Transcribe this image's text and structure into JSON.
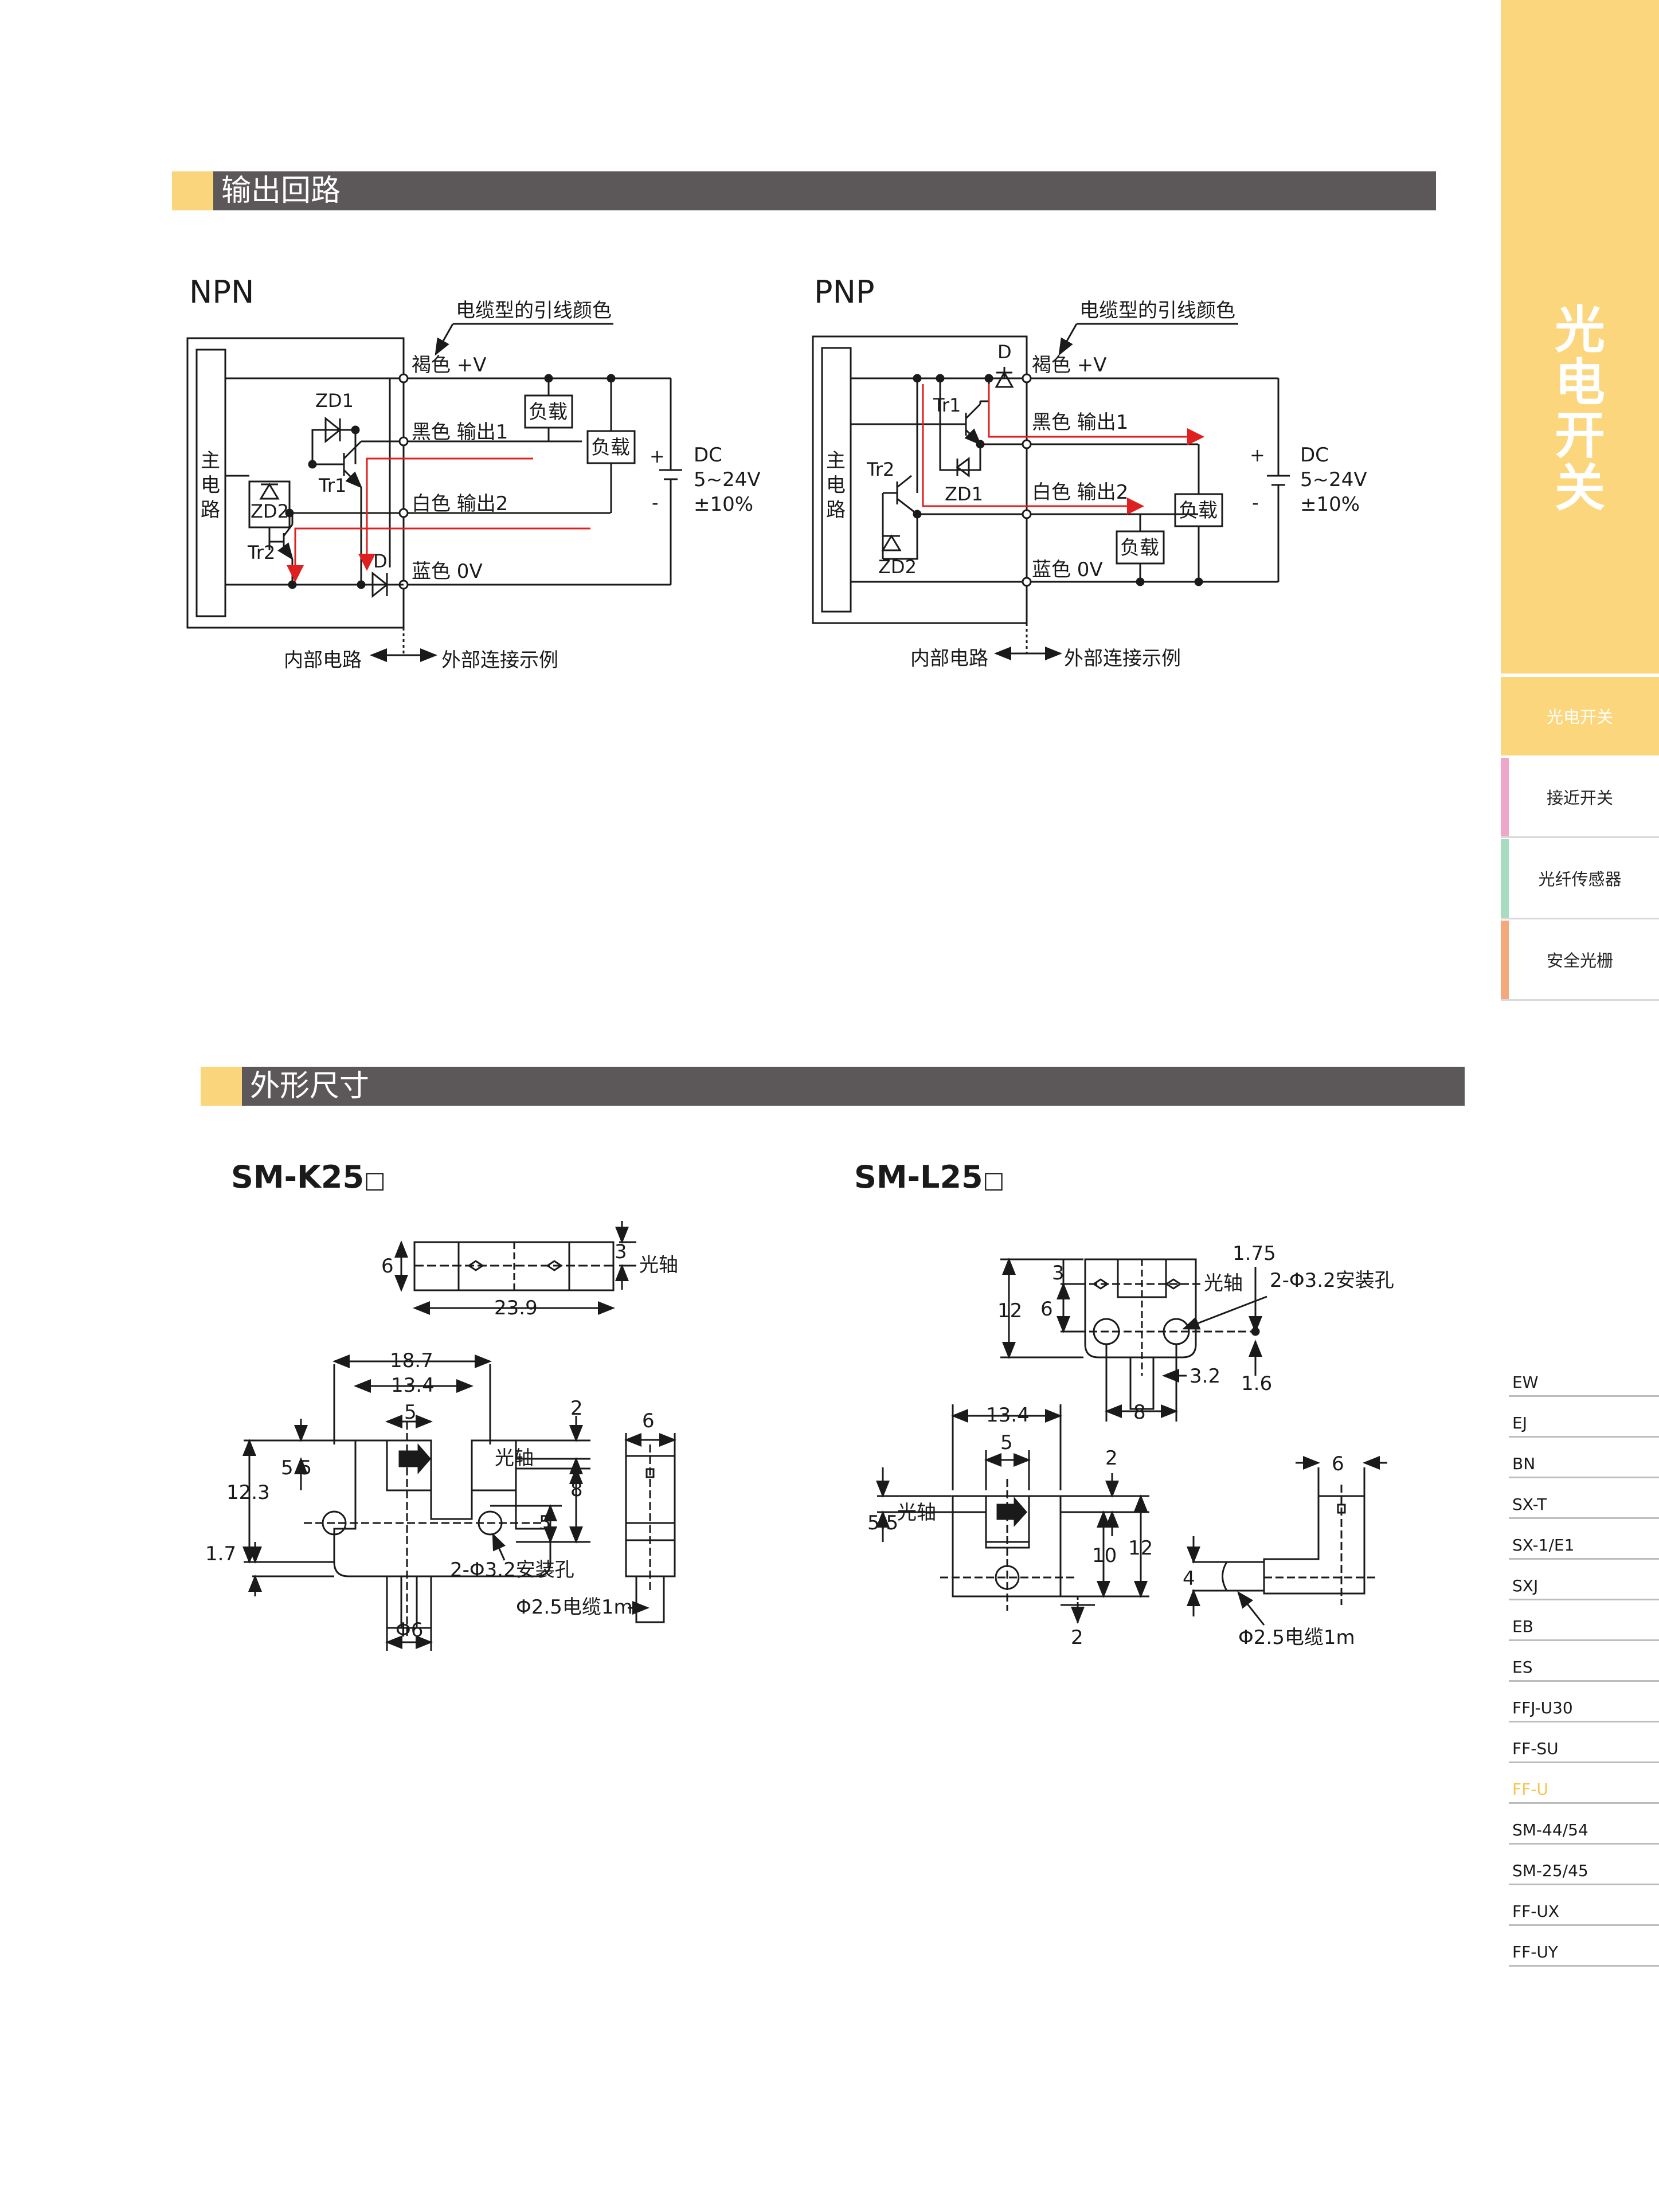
{
  "sections": {
    "output_circuit": "输出回路",
    "dimensions": "外形尺寸"
  },
  "npn": {
    "title": "NPN",
    "wire_color_note": "电缆型的引线颜色",
    "main_circuit": [
      "主",
      "电",
      "路"
    ],
    "brown": "褐色  +V",
    "black": "黑色  输出1",
    "white": "白色  输出2",
    "blue": "蓝色  0V",
    "load": "负载",
    "plus": "+",
    "minus": "-",
    "dc": "DC",
    "voltage": "5~24V",
    "tolerance": "±10%",
    "zd1": "ZD1",
    "zd2": "ZD2",
    "tr1": "Tr1",
    "tr2": "Tr2",
    "d": "D",
    "internal": "内部电路",
    "external": "外部连接示例"
  },
  "pnp": {
    "title": "PNP",
    "wire_color_note": "电缆型的引线颜色",
    "main_circuit": [
      "主",
      "电",
      "路"
    ],
    "brown": "褐色  +V",
    "black": "黑色  输出1",
    "white": "白色  输出2",
    "blue": "蓝色  0V",
    "load": "负载",
    "plus": "+",
    "minus": "-",
    "dc": "DC",
    "voltage": "5~24V",
    "tolerance": "±10%",
    "zd1": "ZD1",
    "zd2": "ZD2",
    "tr1": "Tr1",
    "tr2": "Tr2",
    "d": "D",
    "internal": "内部电路",
    "external": "外部连接示例"
  },
  "k25": {
    "title": "SM-K25",
    "box": "□",
    "d_6_top": "6",
    "d_3": "3",
    "axis_top": "光轴",
    "d_23_9": "23.9",
    "d_18_7": "18.7",
    "d_13_4": "13.4",
    "d_5": "5",
    "d_2": "2",
    "d_6_side": "6",
    "d_5_5": "5.5",
    "axis": "光轴",
    "d_12_3": "12.3",
    "d_8": "8",
    "d_5_b": "5",
    "d_1_7": "1.7",
    "holes": "2-Φ3.2安装孔",
    "cable": "Φ2.5电缆1m",
    "d_phi6": "Φ6"
  },
  "l25": {
    "title": "SM-L25",
    "box": "□",
    "d_1_75": "1.75",
    "d_3": "3",
    "axis_top": "光轴",
    "holes": "2-Φ3.2安装孔",
    "d_12": "12",
    "d_6": "6",
    "d_3_2": "3.2",
    "d_1_6": "1.6",
    "d_8": "8",
    "d_13_4": "13.4",
    "d_5": "5",
    "d_2_top": "2",
    "d_6_side": "6",
    "d_5_5": "5.5",
    "axis": "光轴",
    "d_10": "10",
    "d_12_b": "12",
    "d_4": "4",
    "d_2_bottom": "2",
    "cable": "Φ2.5电缆1m"
  },
  "sidebar": {
    "title_chars": [
      "光",
      "电",
      "开",
      "关"
    ],
    "categories": [
      "光电开关",
      "接近开关",
      "光纤传感器",
      "安全光栅"
    ],
    "category_colors": [
      "#fcd67c",
      "#f0a6c8",
      "#a8dcc0",
      "#f4a97c"
    ],
    "models": [
      "EW",
      "EJ",
      "BN",
      "SX-T",
      "SX-1/E1",
      "SXJ",
      "EB",
      "ES",
      "FFJ-U30",
      "FF-SU",
      "FF-U",
      "SM-44/54",
      "SM-25/45",
      "FF-UX",
      "FF-UY"
    ],
    "active_model": "FF-U"
  }
}
